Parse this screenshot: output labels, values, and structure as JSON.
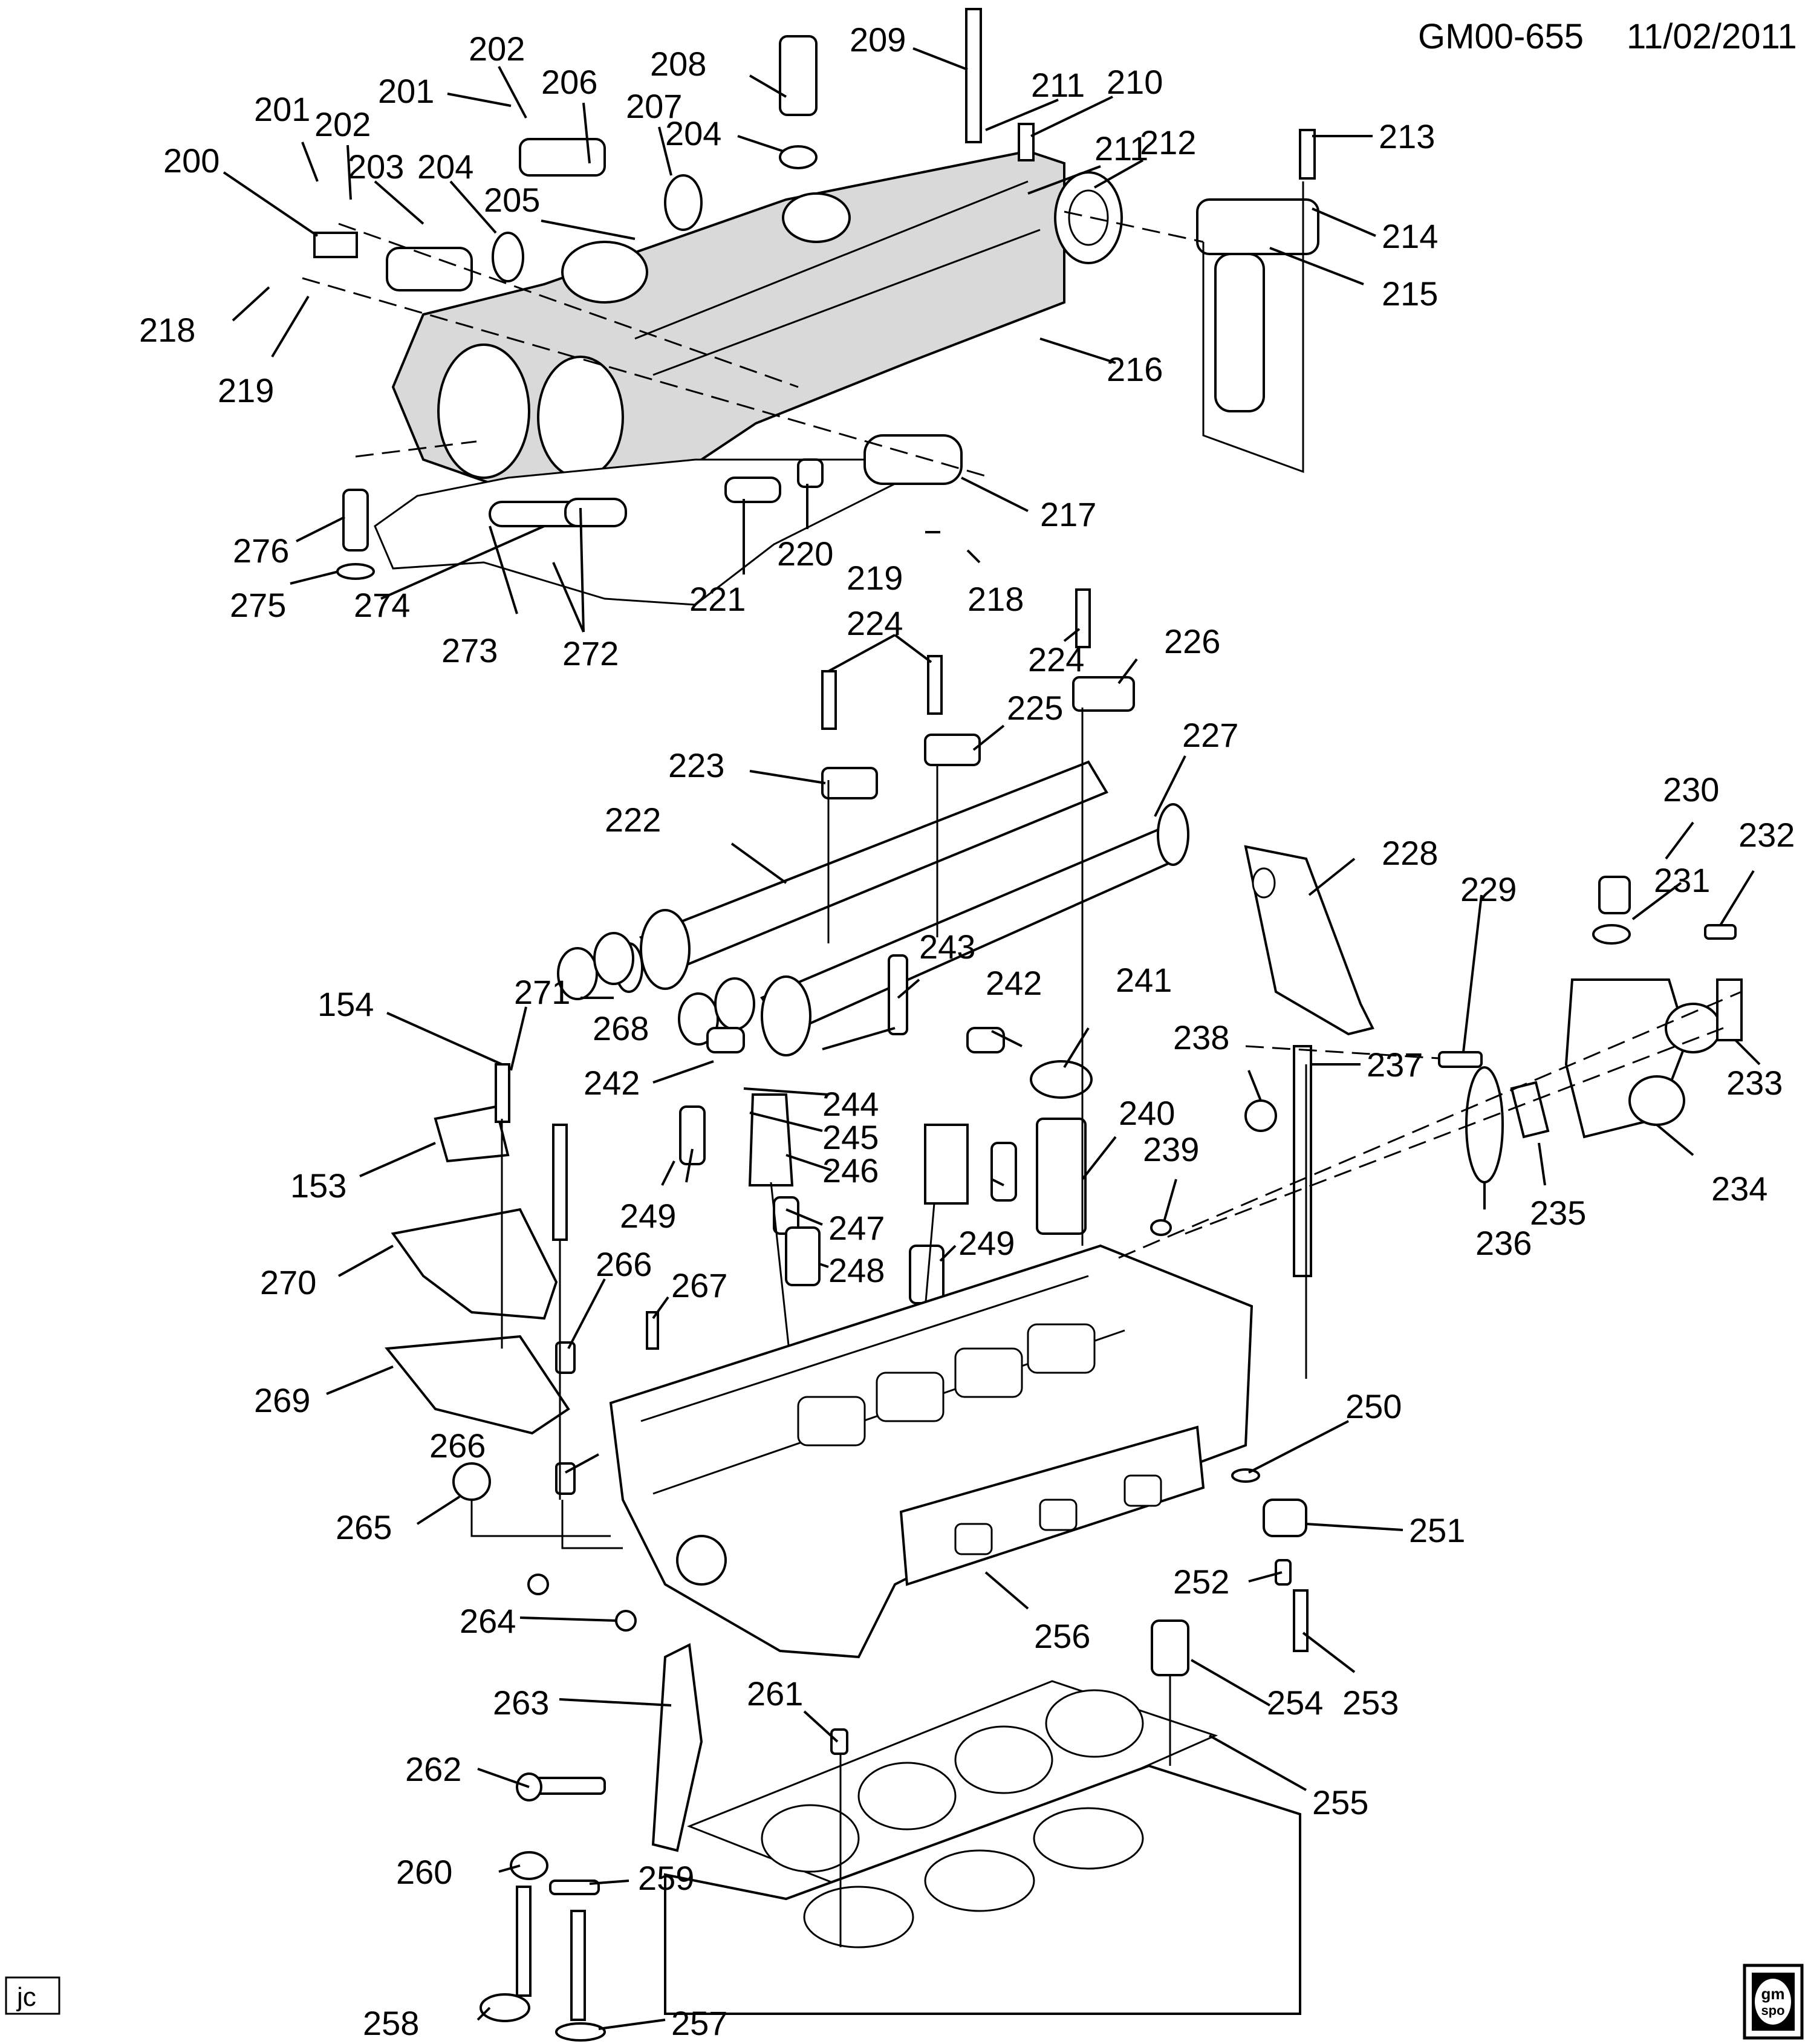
{
  "header": {
    "drawing_id": "GM00-655",
    "date": "11/02/2011"
  },
  "corner_tag": "jc",
  "logo": {
    "text_top": "gm",
    "text_bottom": "spo"
  },
  "callouts": [
    "200",
    "201",
    "201",
    "202",
    "202",
    "203",
    "204",
    "204",
    "205",
    "206",
    "207",
    "208",
    "209",
    "210",
    "211",
    "211",
    "212",
    "213",
    "214",
    "215",
    "216",
    "217",
    "218",
    "218",
    "219",
    "219",
    "220",
    "221",
    "222",
    "223",
    "224",
    "224",
    "225",
    "226",
    "227",
    "228",
    "229",
    "230",
    "231",
    "232",
    "233",
    "234",
    "235",
    "236",
    "237",
    "238",
    "239",
    "240",
    "241",
    "242",
    "242",
    "243",
    "244",
    "245",
    "246",
    "247",
    "248",
    "249",
    "249",
    "250",
    "251",
    "252",
    "253",
    "254",
    "255",
    "256",
    "257",
    "258",
    "259",
    "260",
    "261",
    "262",
    "263",
    "264",
    "265",
    "266",
    "266",
    "267",
    "268",
    "269",
    "270",
    "271",
    "272",
    "273",
    "274",
    "275",
    "276",
    "153",
    "154"
  ]
}
